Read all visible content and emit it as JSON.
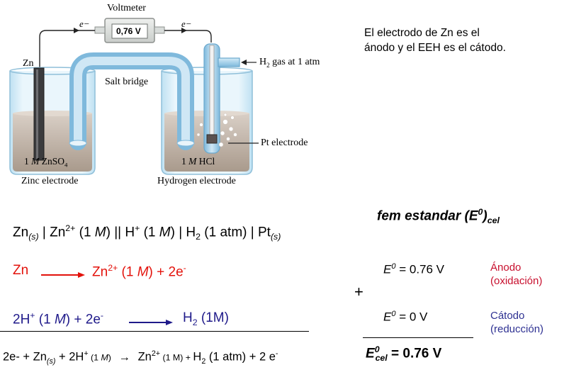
{
  "diagram": {
    "voltmeter_label": "Voltmeter",
    "voltmeter_reading": "0,76 V",
    "electron_left": "e−",
    "electron_right": "e−",
    "zn_label": "Zn",
    "salt_bridge_label": "Salt bridge",
    "h2_gas_label_pre": "H",
    "h2_gas_label_sub": "2",
    "h2_gas_label_post": " gas at 1 atm",
    "pt_electrode_label": "Pt electrode",
    "znso4_label_a": "1 ",
    "znso4_label_m": "M",
    "znso4_label_b": " ZnSO",
    "znso4_label_sub": "4",
    "hcl_label_a": "1 ",
    "hcl_label_m": "M",
    "hcl_label_b": " HCl",
    "zinc_electrode_label": "Zinc electrode",
    "hydrogen_electrode_label": "Hydrogen electrode"
  },
  "note": {
    "line1": "El electrodo de Zn es el",
    "line2": "ánodo y el EEH es el cátodo."
  },
  "emf_title": {
    "text": "fem estandar (E",
    "sup": "0",
    "close": ")",
    "sub": "cel"
  },
  "cell_notation": {
    "zn": "Zn",
    "zn_state": "(s)",
    "sep1": " | Zn",
    "zn_charge": "2+",
    "zn_conc_open": " (1 ",
    "m1": "M",
    "zn_conc_close": ") || H",
    "h_charge": "+",
    "h_conc_open": " (1 ",
    "m2": "M",
    "h_conc_close": ") | H",
    "h2_sub": "2",
    "tail": " (1 atm) | Pt",
    "pt_state": "(s)"
  },
  "anode_reaction": {
    "reactant": "Zn",
    "product": "Zn",
    "charge": "2+",
    "conc_open": " (1 ",
    "m": "M",
    "conc_close": ") + 2e",
    "electron_sup": "-"
  },
  "cathode_reaction": {
    "reactant_a": "2H",
    "h_charge": "+",
    "conc_open": " (1 ",
    "m": "M",
    "conc_close": ") + 2e",
    "electron_sup": "-",
    "product": "H",
    "product_sub": "2",
    "product_tail": " (1M)"
  },
  "overall_reaction": {
    "a": "2e- + Zn",
    "zn_state": "(s)",
    "b": " + 2H",
    "h_charge": "+",
    "h_conc": " (1 ",
    "m": "M",
    "h_conc_close": ")",
    "arrow": "→",
    "c": "Zn",
    "zn_charge": "2+",
    "zn_conc": " (1 M) + ",
    "h2": "H",
    "h2_sub": "2",
    "h2_tail": " (1 atm) + 2 e",
    "e_sup": "-"
  },
  "potentials": {
    "plus": "+",
    "anode_e": "E",
    "anode_sup": "0",
    "anode_value": " = 0.76 V",
    "cathode_e": "E",
    "cathode_sup": "0",
    "cathode_value": " = 0 V",
    "cell_e": "E",
    "cell_sup": "0",
    "cell_sub": "cel",
    "cell_value": "  = 0.76 V"
  },
  "labels": {
    "anode_1": "Ánodo",
    "anode_2": "(oxidación)",
    "cathode_1": "Cátodo",
    "cathode_2": "(reducción)"
  },
  "colors": {
    "anode_red": "#e3120b",
    "cathode_blue": "#1f1a8a",
    "label_red": "#c8102e",
    "label_blue": "#2e3192"
  }
}
